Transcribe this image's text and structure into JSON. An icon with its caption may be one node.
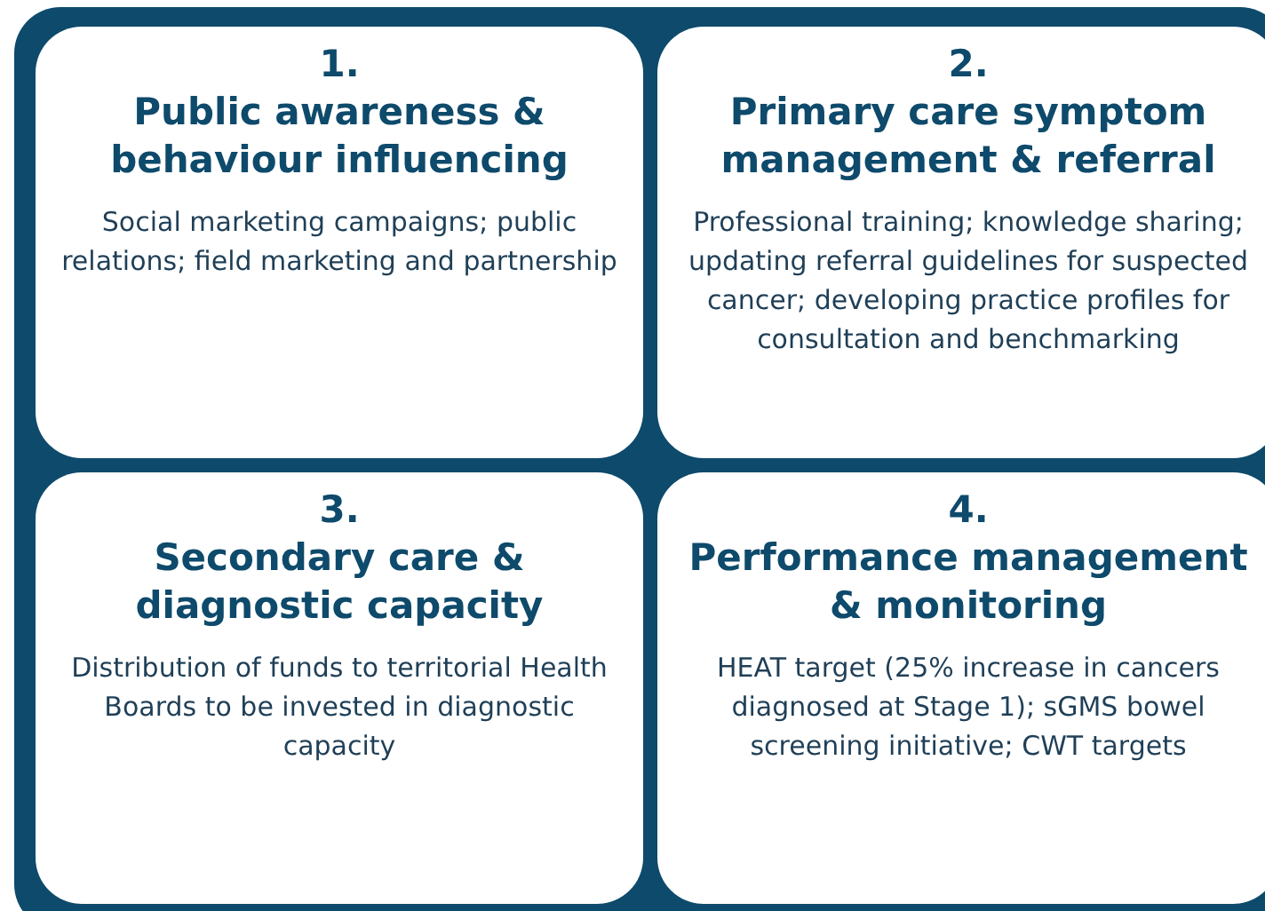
{
  "diagram": {
    "nodes": [
      {
        "text": [],
        "shape": "box"
      },
      {
        "text": [
          "1.",
          "Public awareness & behaviour influencing",
          "Social marketing campaigns; public relations; field marketing and partnership"
        ],
        "in": 0
      },
      {
        "text": [
          "2.",
          "Primary care symptom management & referral",
          "Professional training; knowledge sharing; updating referral guidelines for suspected cancer; developing practice profiles for consultation and benchmarking"
        ],
        "in": 0
      },
      {
        "text": [
          "3.",
          "Secondary care & diagnostic capacity",
          "Distribution of funds to territorial Health Boards to be invested in diagnostic capacity"
        ],
        "in": 0
      },
      {
        "text": [
          "4.",
          "Performance management & monitoring",
          "HEAT target (25% increase in cancers diagnosed at Stage 1); sGMS bowel screening initiative; CWT targets"
        ],
        "in": 0
      }
    ]
  }
}
